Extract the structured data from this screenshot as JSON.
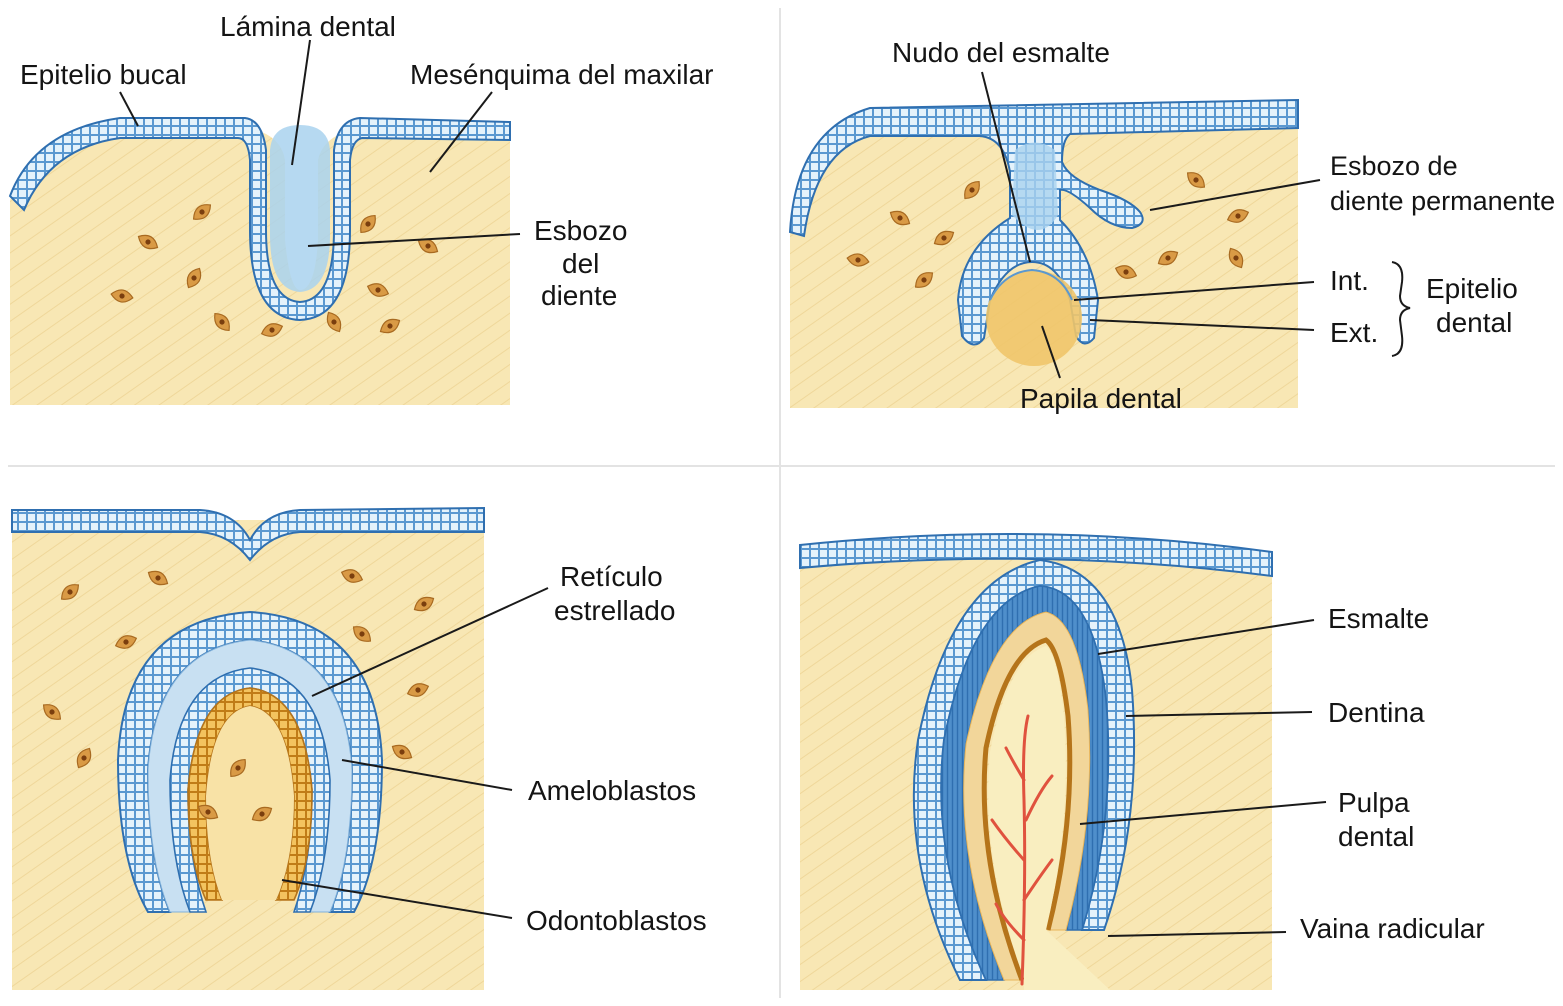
{
  "panels": {
    "p1": {
      "labels": {
        "lamina": "Lámina dental",
        "epitelio_bucal": "Epitelio bucal",
        "mesenquima": "Mesénquima del maxilar",
        "esbozo_l1": "Esbozo",
        "esbozo_l2": "del",
        "esbozo_l3": "diente"
      }
    },
    "p2": {
      "labels": {
        "nudo": "Nudo del esmalte",
        "permanente_l1": "Esbozo de",
        "permanente_l2": "diente permanente",
        "int": "Int.",
        "ext": "Ext.",
        "epitelio_l1": "Epitelio",
        "epitelio_l2": "dental",
        "papila": "Papila dental"
      }
    },
    "p3": {
      "labels": {
        "reticulo_l1": "Retículo",
        "reticulo_l2": "estrellado",
        "ameloblastos": "Ameloblastos",
        "odontoblastos": "Odontoblastos"
      }
    },
    "p4": {
      "labels": {
        "esmalte": "Esmalte",
        "dentina": "Dentina",
        "pulpa_l1": "Pulpa",
        "pulpa_l2": "dental",
        "vaina": "Vaina radicular"
      }
    }
  },
  "colors": {
    "mesenchyme": "#f8e7b4",
    "epithelium_blue": "#4f8fcb",
    "epithelium_light": "#a9d2ef",
    "odontoblast_orange": "#e2a23a",
    "papilla": "#f0c56a",
    "cell_body": "#d99a45",
    "vessel_red": "#e0523e",
    "divider": "#e3e3e3"
  }
}
